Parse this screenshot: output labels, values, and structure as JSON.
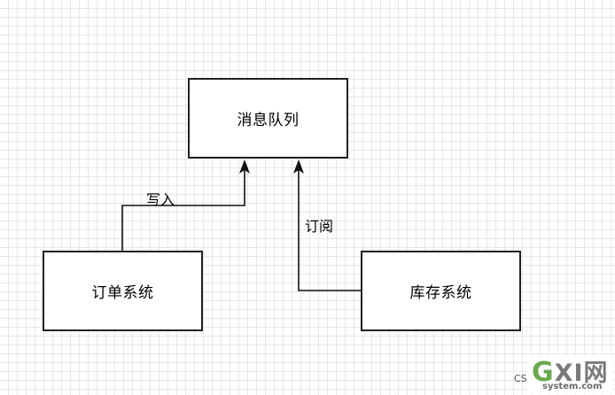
{
  "nodes": {
    "message_queue": "消息队列",
    "order_system": "订单系统",
    "inventory_system": "库存系统"
  },
  "edges": {
    "write": "写入",
    "subscribe": "订阅"
  },
  "colors": {
    "stroke": "#222222",
    "grid": "#e6e6e6",
    "background": "#ffffff"
  },
  "watermark": {
    "left_text": "CS",
    "brand_g": "G",
    "brand_rest": "XI网",
    "sub": "system.com"
  }
}
